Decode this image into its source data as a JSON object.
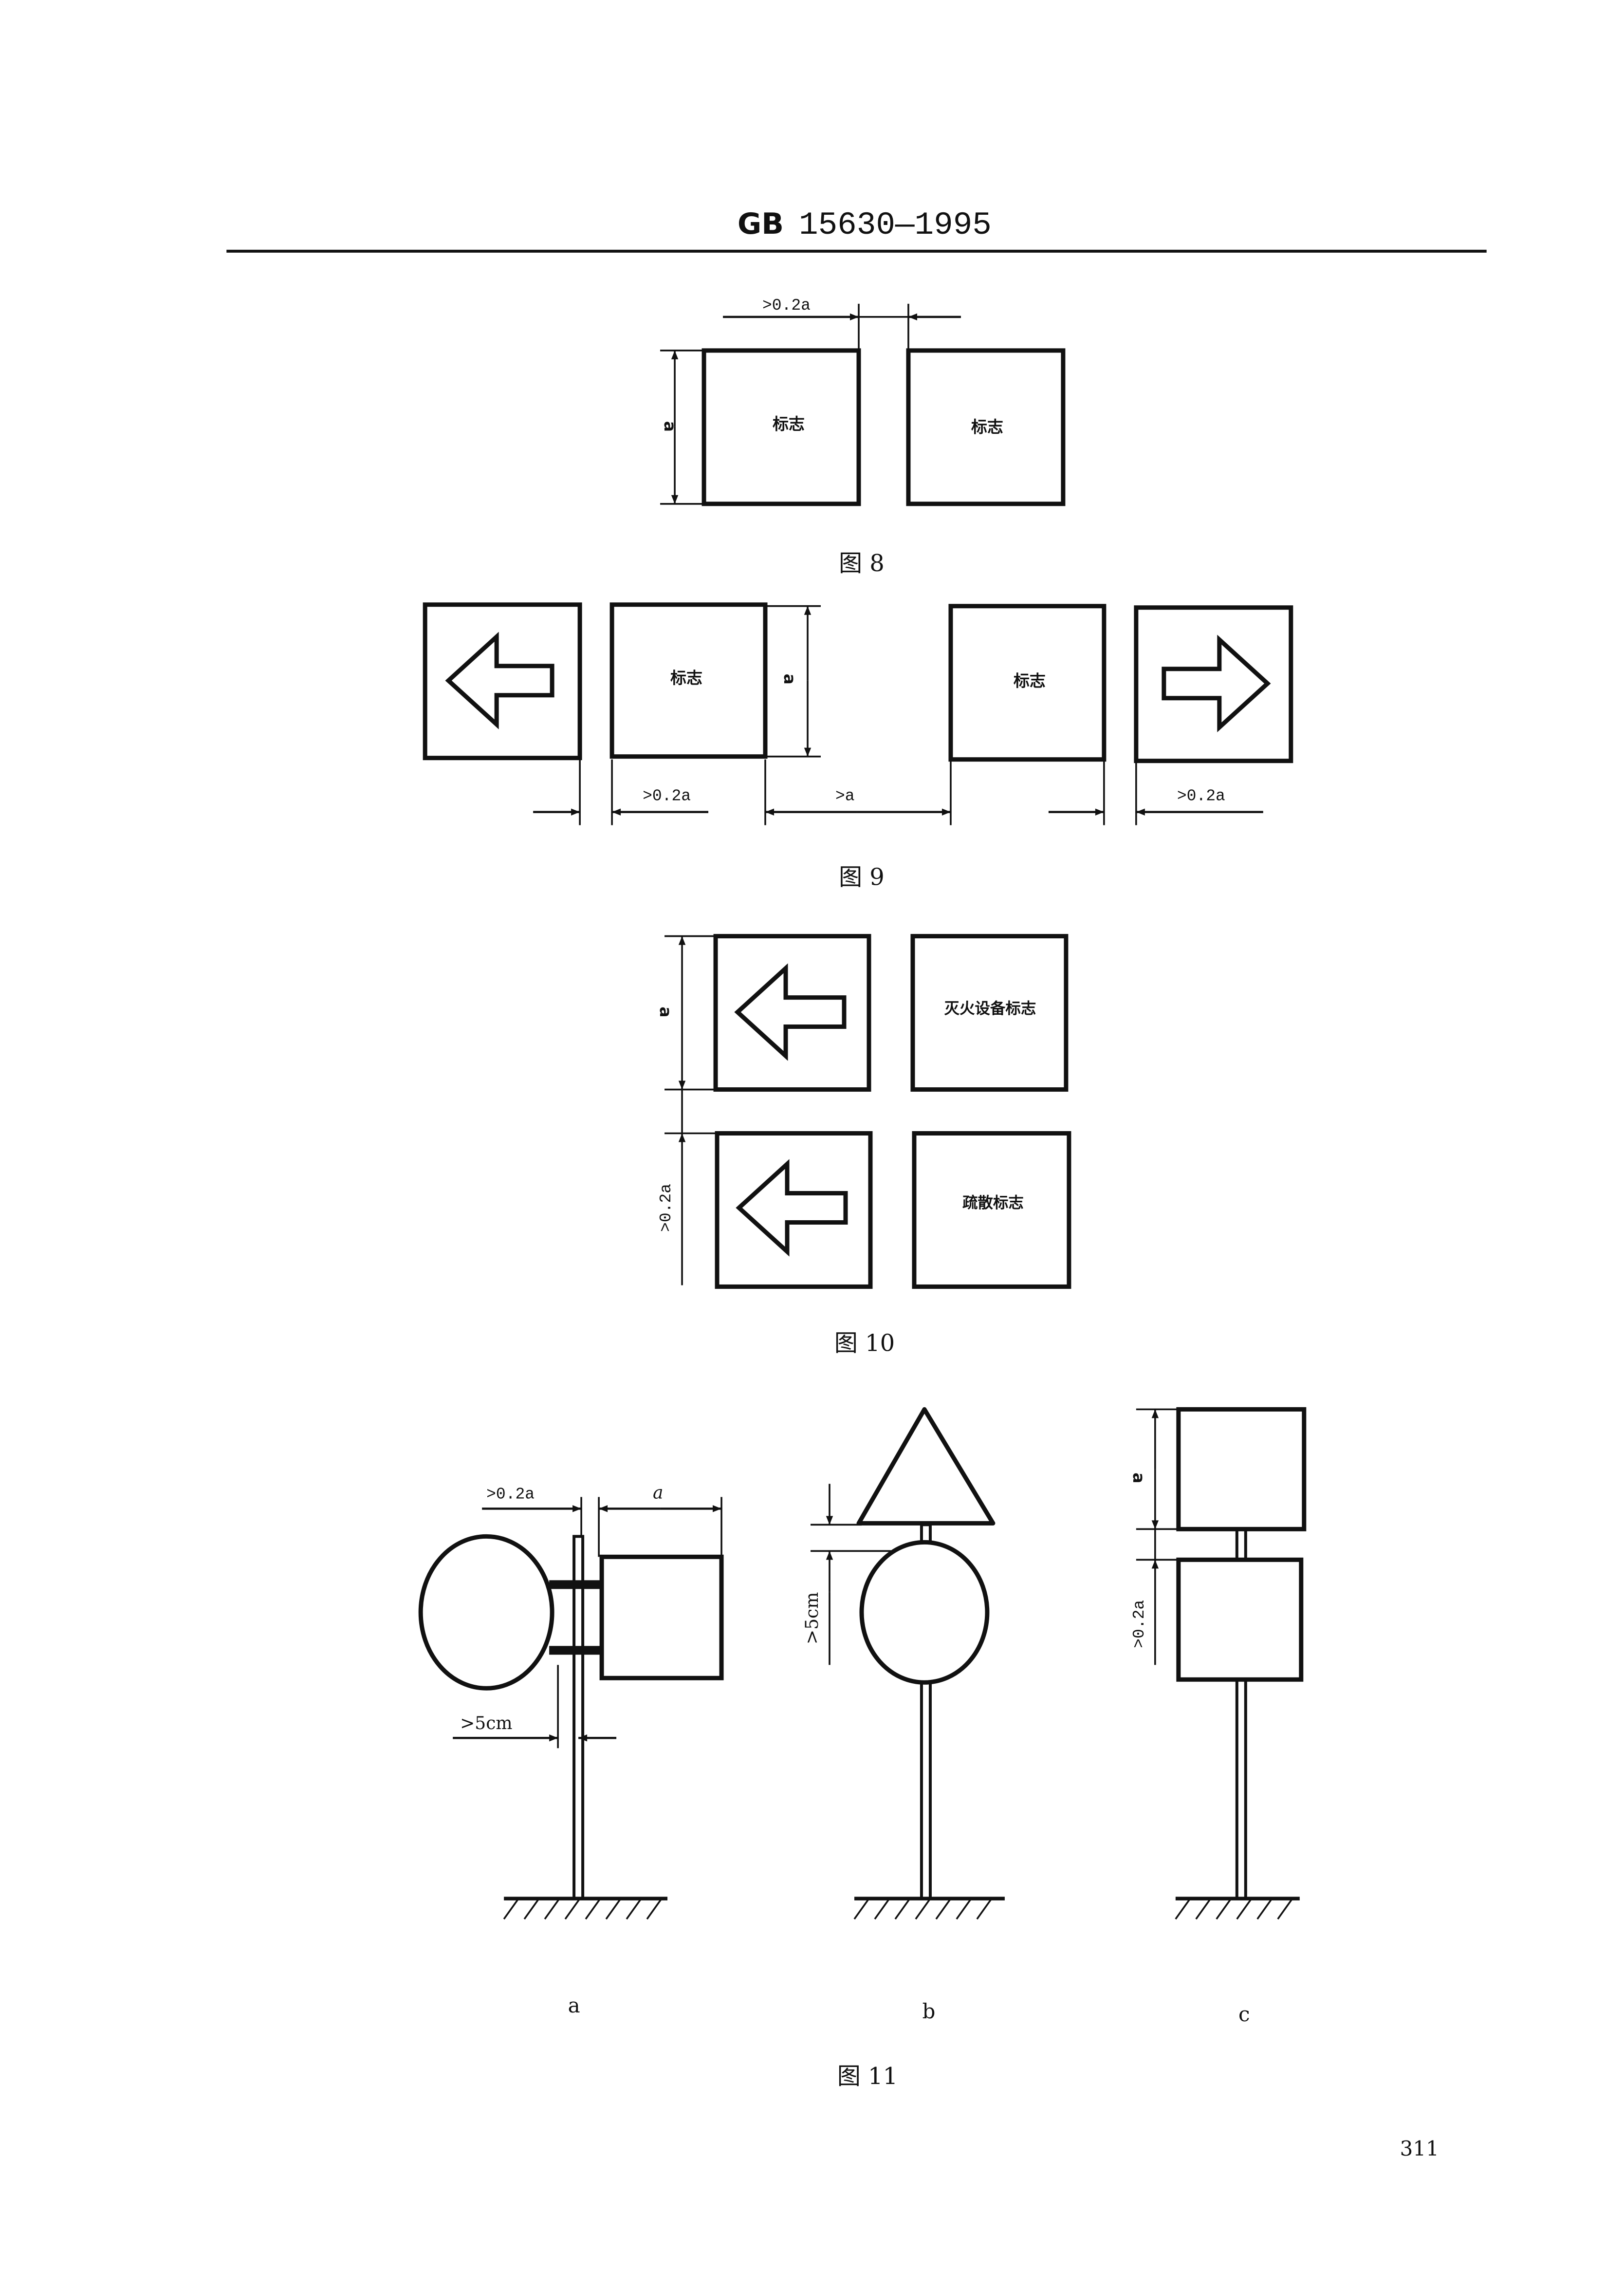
{
  "header": {
    "standard_code": "GB",
    "standard_number": "15630—1995"
  },
  "figure8": {
    "caption": "图 8",
    "signs": [
      "标志",
      "标志"
    ],
    "dim_gap": ">0.2a",
    "dim_side": "a"
  },
  "figure9": {
    "caption": "图 9",
    "signs": [
      "标志",
      "标志"
    ],
    "arrows": [
      "left-arrow-icon",
      "right-arrow-icon"
    ],
    "dim_side": "a",
    "dim_left_gap": ">0.2a",
    "dim_middle_gap": ">a",
    "dim_right_gap": ">0.2a"
  },
  "figure10": {
    "caption": "图 10",
    "signs": [
      "灭火设备标志",
      "疏散标志"
    ],
    "dim_side": "a",
    "dim_gap": ">0.2a"
  },
  "figure11": {
    "caption": "图 11",
    "sub_labels": [
      "a",
      "b",
      "c"
    ],
    "a": {
      "dim_gap": ">0.2a",
      "dim_side": "a",
      "dim_offset": ">5cm"
    },
    "b": {
      "dim_gap": ">5cm"
    },
    "c": {
      "dim_side": "a",
      "dim_gap": ">0.2a"
    }
  },
  "page_number": "311"
}
